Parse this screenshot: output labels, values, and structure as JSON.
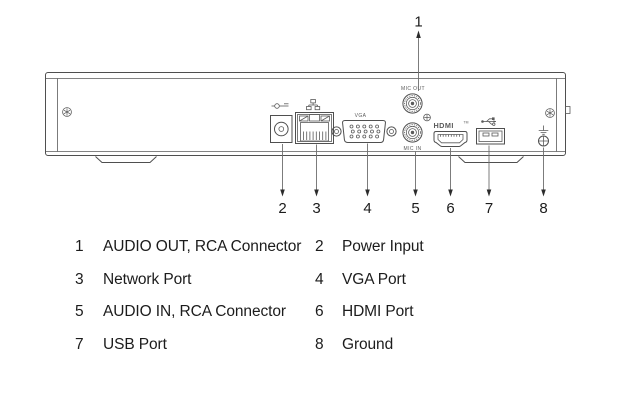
{
  "colors": {
    "background": "#ffffff",
    "line_art": "#4f4f4f",
    "text": "#1c1c1c"
  },
  "diagram": {
    "device": "recorder-rear-panel",
    "panel_labels": {
      "audio_out": "MIC OUT",
      "audio_in": "MIC IN",
      "vga": "VGA",
      "hdmi_logo": "HDMI",
      "hdmi_tm": "TM"
    },
    "callouts": [
      {
        "number": "1"
      },
      {
        "number": "2"
      },
      {
        "number": "3"
      },
      {
        "number": "4"
      },
      {
        "number": "5"
      },
      {
        "number": "6"
      },
      {
        "number": "7"
      },
      {
        "number": "8"
      }
    ]
  },
  "legend": {
    "rows": [
      {
        "left_number": "1",
        "left_label": "AUDIO OUT, RCA Connector",
        "right_number": "2",
        "right_label": "Power Input"
      },
      {
        "left_number": "3",
        "left_label": "Network Port",
        "right_number": "4",
        "right_label": "VGA Port"
      },
      {
        "left_number": "5",
        "left_label": "AUDIO IN, RCA Connector",
        "right_number": "6",
        "right_label": "HDMI Port"
      },
      {
        "left_number": "7",
        "left_label": "USB Port",
        "right_number": "8",
        "right_label": "Ground"
      }
    ]
  }
}
